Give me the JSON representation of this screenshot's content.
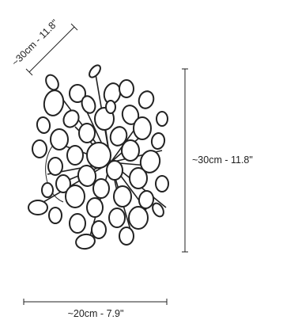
{
  "dimensions": {
    "depth_label": "~30cm - 11.8\"",
    "height_label": "~30cm - 11.8\"",
    "width_label": "~20cm - 7.9\""
  },
  "colors": {
    "line": "#222222",
    "disc_fill": "#ffffff",
    "background": "#ffffff"
  }
}
